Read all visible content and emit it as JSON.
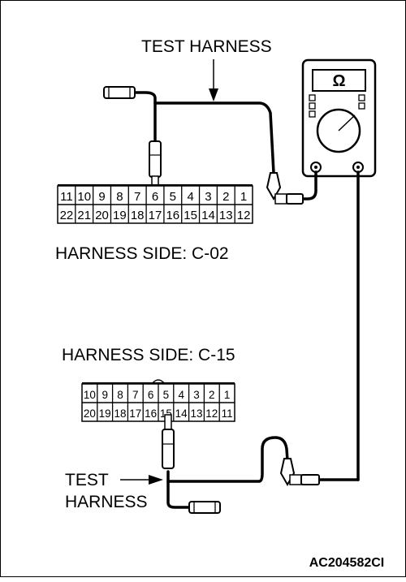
{
  "labels": {
    "test_harness_top": "TEST HARNESS",
    "harness_side_c02": "HARNESS SIDE: C-02",
    "harness_side_c15": "HARNESS SIDE: C-15",
    "test_harness_bottom_line1": "TEST",
    "test_harness_bottom_line2": "HARNESS",
    "figure_code": "AC204582CI"
  },
  "multimeter": {
    "symbol": "Ω"
  },
  "connector_c02": {
    "top_row": [
      "11",
      "10",
      "9",
      "8",
      "7",
      "6",
      "5",
      "4",
      "3",
      "2",
      "1"
    ],
    "bottom_row": [
      "22",
      "21",
      "20",
      "19",
      "18",
      "17",
      "16",
      "15",
      "14",
      "13",
      "12"
    ],
    "probe_pin": "6"
  },
  "connector_c15": {
    "top_row": [
      "10",
      "9",
      "8",
      "7",
      "6",
      "5",
      "4",
      "3",
      "2",
      "1"
    ],
    "bottom_row": [
      "20",
      "19",
      "18",
      "17",
      "16",
      "15",
      "14",
      "13",
      "12",
      "11"
    ],
    "probe_pin": "15"
  }
}
